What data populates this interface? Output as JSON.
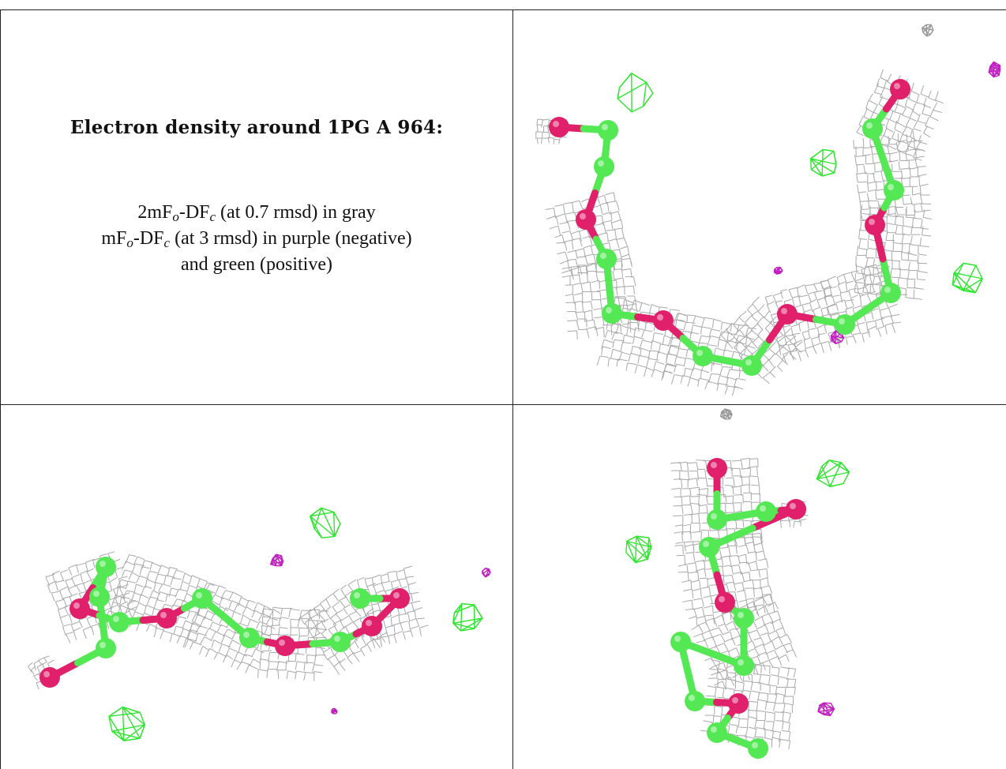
{
  "title": "Electron density around 1PG A 964:",
  "legend": {
    "line1_prefix": "2mF",
    "line1_sub1": "o",
    "line1_mid": "-DF",
    "line1_sub2": "c",
    "line1_suffix": " (at 0.7 rmsd) in gray",
    "line2_prefix": "mF",
    "line2_sub1": "o",
    "line2_mid": "-DF",
    "line2_sub2": "c",
    "line2_suffix": " (at 3 rmsd) in purple (negative)",
    "line3": "and green (positive)"
  },
  "colors": {
    "mesh_gray": "#9a9a9a",
    "positive_green": "#2ee62e",
    "negative_purple": "#c020c0",
    "oxygen_red": "#e0206a",
    "carbon_green": "#55e855",
    "border": "#222222"
  },
  "panels": [
    {
      "view": "front"
    },
    {
      "view": "side"
    },
    {
      "view": "top"
    }
  ]
}
